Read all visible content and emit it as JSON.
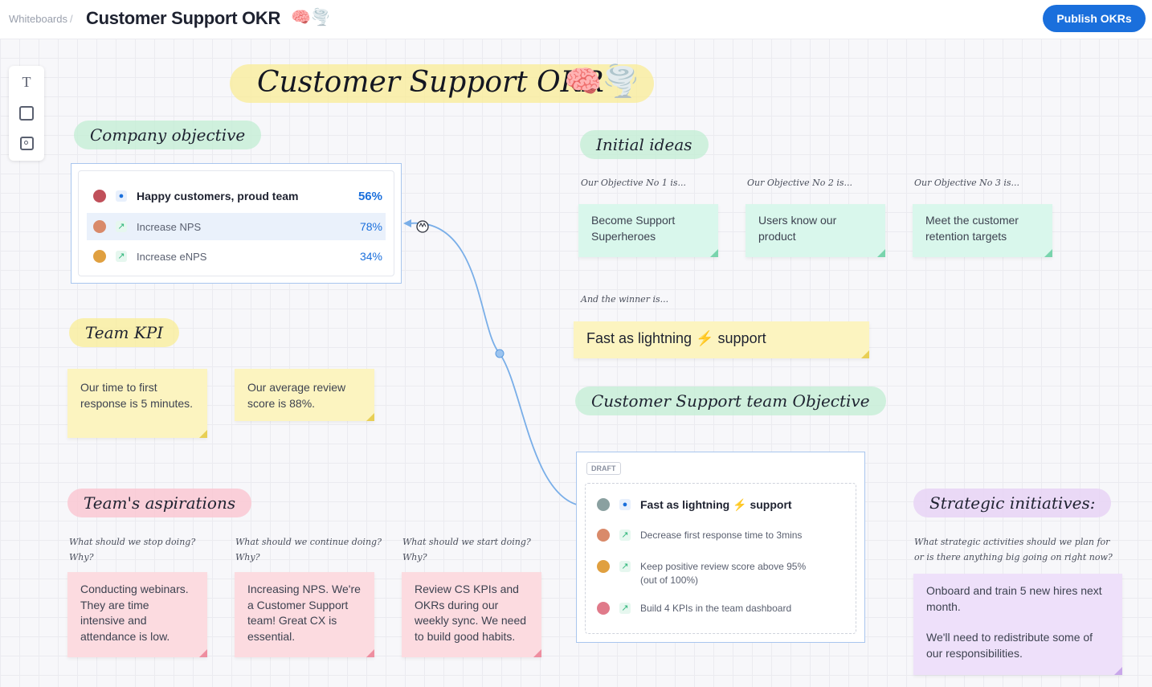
{
  "header": {
    "breadcrumb_root": "Whiteboards",
    "breadcrumb_sep": "/",
    "title": "Customer Support OKR",
    "title_emojis": "🧠🌪️",
    "publish_label": "Publish OKRs"
  },
  "toolbar": {
    "text_tool": "T"
  },
  "board": {
    "main_title": "Customer Support OKR",
    "main_title_emojis": "🧠🌪️",
    "company_objective": {
      "heading": "Company objective",
      "objective": {
        "label": "Happy customers, proud team",
        "progress": "56%"
      },
      "key_results": [
        {
          "label": "Increase NPS",
          "progress": "78%"
        },
        {
          "label": "Increase eNPS",
          "progress": "34%"
        }
      ]
    },
    "team_kpi": {
      "heading": "Team KPI",
      "notes": [
        "Our time to first response is 5 minutes.",
        "Our average review score is 88%."
      ]
    },
    "aspirations": {
      "heading": "Team's aspirations",
      "columns": [
        {
          "question": "What should we stop doing?",
          "why": "Why?",
          "note": "Conducting webinars. They are time intensive and attendance is low."
        },
        {
          "question": "What should we continue doing?",
          "why": "Why?",
          "note": "Increasing NPS. We're a Customer Support team! Great CX is essential."
        },
        {
          "question": "What should we start doing?",
          "why": "Why?",
          "note": "Review CS KPIs and OKRs during our weekly sync. We need to build good habits."
        }
      ]
    },
    "initial_ideas": {
      "heading": "Initial ideas",
      "ideas": [
        {
          "question": "Our Objective No 1 is...",
          "note": "Become Support Superheroes"
        },
        {
          "question": "Our Objective No 2 is...",
          "note": "Users know our product"
        },
        {
          "question": "Our Objective No 3 is...",
          "note": "Meet the customer retention targets"
        }
      ],
      "winner_label": "And the winner is...",
      "winner_before": "Fast as lightning",
      "winner_emoji": "⚡",
      "winner_after": "support"
    },
    "team_objective": {
      "heading": "Customer Support team Objective",
      "badge": "DRAFT",
      "objective_before": "Fast as lightning",
      "objective_emoji": "⚡",
      "objective_after": "support",
      "key_results": [
        "Decrease first response time to 3mins",
        "Keep positive review score above 95% (out of 100%)",
        "Build 4 KPIs in the team dashboard"
      ]
    },
    "strategic": {
      "heading": "Strategic initiatives:",
      "question_line1": "What strategic activities should we plan for",
      "question_line2": "or is there anything big going on right now?",
      "note_p1": "Onboard and train 5 new hires next month.",
      "note_p2": "We'll need to redistribute some of our responsibilities."
    }
  },
  "colors": {
    "accent": "#1a6fdc",
    "sticky_green": "#d9f7ec",
    "sticky_yellow": "#fcf4c0",
    "sticky_pink": "#fcdbe0",
    "sticky_purple": "#eee0fa"
  }
}
